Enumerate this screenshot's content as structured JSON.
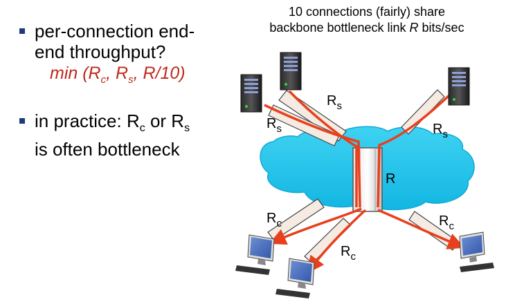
{
  "bullets": [
    {
      "line1": "per-connection end-",
      "line2": "end throughput?",
      "formula": {
        "prefix": "min (R",
        "sub1": "c",
        "mid1": ", R",
        "sub2": "s",
        "suffix": ", R/10)"
      }
    },
    {
      "line1_prefix": "in practice: R",
      "sub1": "c",
      "line1_mid": " or R",
      "sub2": "s",
      "line2": "is often bottleneck"
    }
  ],
  "caption": {
    "line1": "10 connections (fairly) share",
    "line2_prefix": "backbone bottleneck link ",
    "line2_var": "R",
    "line2_suffix": " bits/sec"
  },
  "diagram": {
    "link_labels": {
      "rs_main": "R",
      "rs_sub": "s",
      "rc_main": "R",
      "rc_sub": "c",
      "backbone": "R"
    },
    "colors": {
      "cloud": "#1ec4ec",
      "flow": "#e8401c",
      "pipe": "#f3e6dc"
    },
    "icons": [
      "server-icon",
      "desktop-computer-icon"
    ]
  }
}
